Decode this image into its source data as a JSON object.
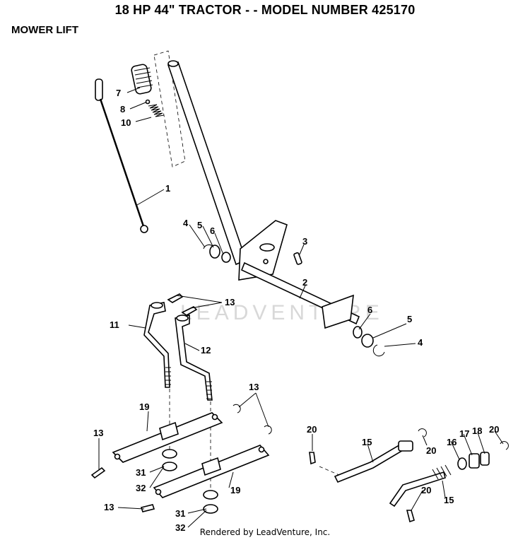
{
  "header": {
    "title": "18 HP 44\" TRACTOR - - MODEL NUMBER 425170",
    "section": "MOWER LIFT"
  },
  "diagram": {
    "watermark": "LEADVENTURE",
    "callouts": {
      "c1": "1",
      "c2": "2",
      "c3": "3",
      "c4a": "4",
      "c4b": "4",
      "c5a": "5",
      "c5b": "5",
      "c6a": "6",
      "c6b": "6",
      "c7": "7",
      "c8": "8",
      "c10": "10",
      "c11": "11",
      "c12": "12",
      "c13a": "13",
      "c13b": "13",
      "c13c": "13",
      "c13d": "13",
      "c15a": "15",
      "c15b": "15",
      "c16": "16",
      "c17": "17",
      "c18": "18",
      "c19a": "19",
      "c19b": "19",
      "c20a": "20",
      "c20b": "20",
      "c20c": "20",
      "c20d": "20",
      "c31a": "31",
      "c31b": "31",
      "c32a": "32",
      "c32b": "32"
    }
  },
  "footer": {
    "credit": "Rendered by LeadVenture, Inc."
  }
}
